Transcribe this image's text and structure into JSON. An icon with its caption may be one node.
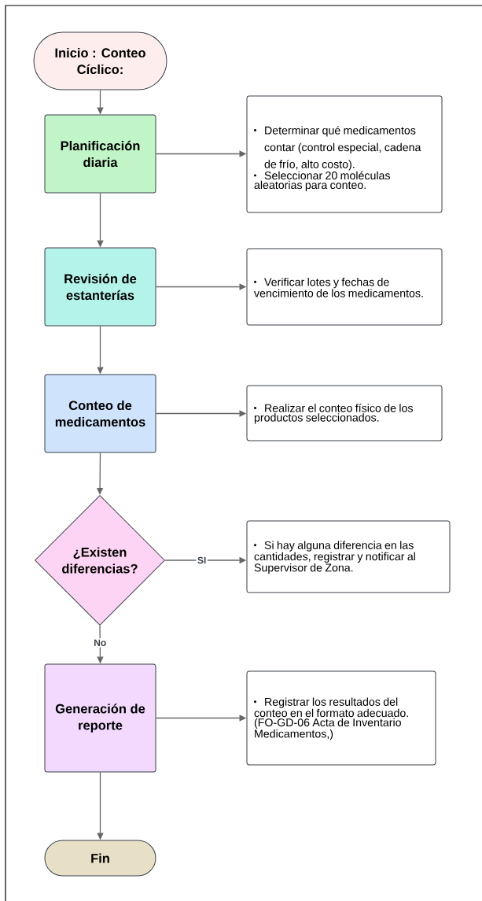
{
  "diagram": {
    "nodes": [
      {
        "text": [
          "Inicio : Conteo Cíclico:"
        ]
      },
      {
        "text": [
          "Planificación diaria"
        ]
      },
      {
        "text": [
          "Determinar qué medicamentos contar (control especial, cadena de frío, alto costo).",
          "Seleccionar 20 moléculas aleatorias para conteo."
        ]
      },
      {
        "text": [
          "Revisión de estanterías"
        ]
      },
      {
        "text": [
          "Verificar lotes y fechas de vencimiento de los medicamentos."
        ]
      },
      {
        "text": [
          "Conteo de medicamentos"
        ]
      },
      {
        "text": [
          "Realizar el conteo físico de los productos seleccionados."
        ]
      },
      {
        "text": [
          "¿Existen diferencias?"
        ]
      },
      {
        "text": [
          "Si hay alguna diferencia en las cantidades, registrar y notificar al Supervisor de Zona."
        ]
      },
      {
        "text": [
          "Generación de reporte"
        ]
      },
      {
        "text": [
          "Registrar los resultados del conteo en el formato adecuado. (FO-GD-06 Acta de Inventario Medicamentos,)"
        ]
      },
      {
        "text": [
          "Fin"
        ]
      }
    ],
    "edges": [
      {
        "from": 0,
        "to": 1,
        "arrow": "to"
      },
      {
        "from": 1,
        "to": 2,
        "arrow": "to"
      },
      {
        "from": 1,
        "to": 3,
        "arrow": "to"
      },
      {
        "from": 3,
        "to": 4,
        "arrow": "to"
      },
      {
        "from": 3,
        "to": 5,
        "arrow": "to"
      },
      {
        "from": 5,
        "to": 6,
        "arrow": "to"
      },
      {
        "from": 5,
        "to": 7,
        "arrow": "to"
      },
      {
        "from": 7,
        "to": 8,
        "label": "SI",
        "arrow": "to"
      },
      {
        "from": 7,
        "to": 9,
        "label": "No",
        "arrow": "to"
      },
      {
        "from": 9,
        "to": 10,
        "arrow": "to"
      },
      {
        "from": 9,
        "to": 11,
        "arrow": "to"
      }
    ]
  }
}
